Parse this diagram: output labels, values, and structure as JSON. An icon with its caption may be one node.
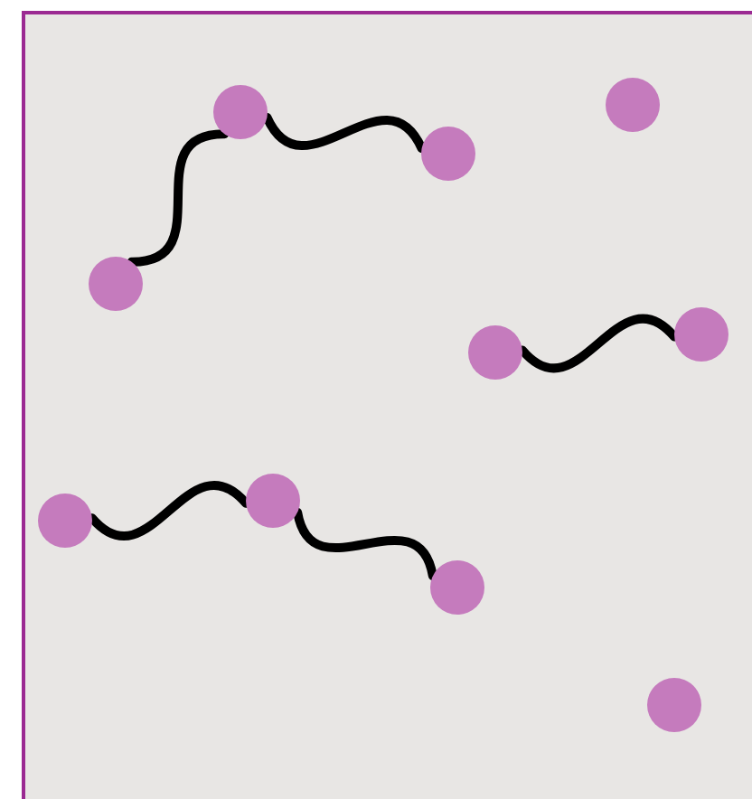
{
  "diagram": {
    "nodes": [
      {
        "text": [],
        "shape": "circle"
      },
      {
        "text": [],
        "shape": "circle"
      },
      {
        "text": [],
        "shape": "circle"
      },
      {
        "text": [],
        "shape": "circle"
      },
      {
        "text": [],
        "shape": "circle"
      },
      {
        "text": [],
        "shape": "circle"
      },
      {
        "text": [],
        "shape": "circle"
      },
      {
        "text": [],
        "shape": "circle"
      },
      {
        "text": [],
        "shape": "circle"
      },
      {
        "text": [],
        "shape": "circle"
      }
    ],
    "edges": [
      {
        "from": 3,
        "to": 1,
        "arrow": "none"
      },
      {
        "from": 1,
        "to": 2,
        "arrow": "none"
      },
      {
        "from": 5,
        "to": 4,
        "arrow": "none"
      },
      {
        "from": 7,
        "to": 6,
        "arrow": "none"
      },
      {
        "from": 6,
        "to": 8,
        "arrow": "none"
      }
    ]
  }
}
